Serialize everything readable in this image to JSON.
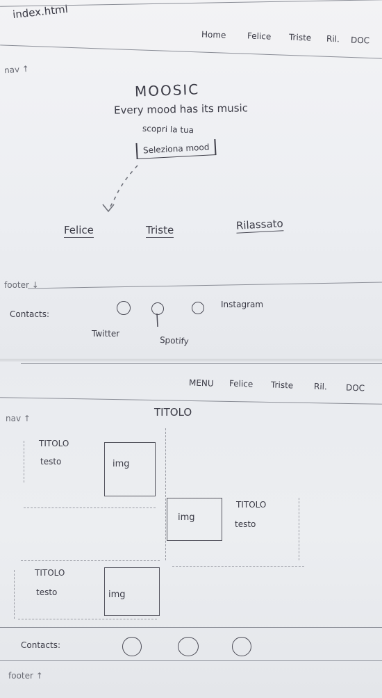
{
  "sheet1": {
    "filename": "index.html",
    "nav_items": [
      "Home",
      "Felice",
      "Triste",
      "Ril.",
      "DOC"
    ],
    "nav_marker": "nav ↑",
    "brand": "MOOSIC",
    "tagline": "Every mood has its music",
    "prompt": "scopri la tua",
    "select_label": "Seleziona mood",
    "moods": [
      "Felice",
      "Triste",
      "Rilassato"
    ],
    "footer_marker": "footer ↓",
    "contacts_label": "Contacts:",
    "social": [
      "Twitter",
      "Spotify",
      "Instagram"
    ]
  },
  "sheet2": {
    "menu_items": [
      "MENU",
      "Felice",
      "Triste",
      "Ril.",
      "DOC"
    ],
    "nav_marker": "nav ↑",
    "page_title": "TITOLO",
    "cards": [
      {
        "title": "TITOLO",
        "text": "testo",
        "img": "img"
      },
      {
        "title": "TITOLO",
        "text": "testo",
        "img": "img"
      },
      {
        "title": "TITOLO",
        "text": "testo",
        "img": "img"
      }
    ],
    "contacts_label": "Contacts:",
    "footer_marker": "footer ↑"
  }
}
